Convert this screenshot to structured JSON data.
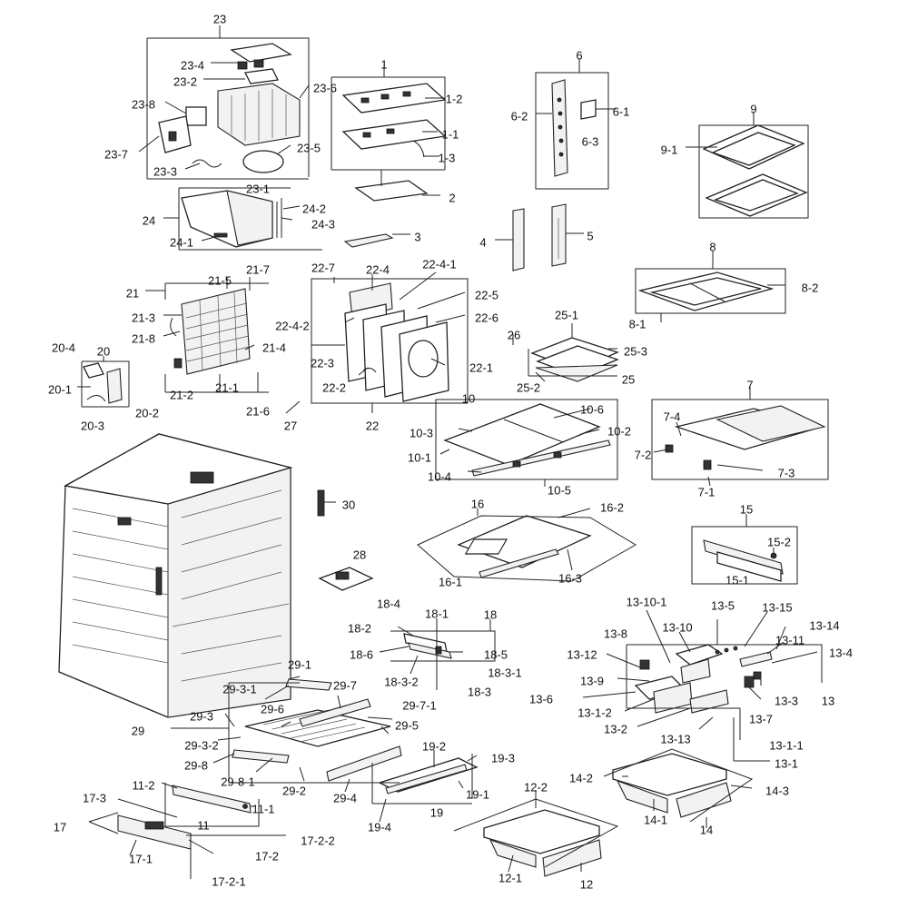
{
  "callouts": [
    "1",
    "1-1",
    "1-2",
    "1-3",
    "2",
    "3",
    "4",
    "5",
    "6",
    "6-1",
    "6-2",
    "6-3",
    "7",
    "7-1",
    "7-2",
    "7-3",
    "7-4",
    "8",
    "8-1",
    "8-2",
    "9",
    "9-1",
    "10",
    "10-1",
    "10-2",
    "10-3",
    "10-4",
    "10-5",
    "10-6",
    "11",
    "11-1",
    "11-2",
    "12",
    "12-1",
    "12-2",
    "13",
    "13-1",
    "13-1-1",
    "13-1-2",
    "13-2",
    "13-3",
    "13-4",
    "13-5",
    "13-6",
    "13-7",
    "13-8",
    "13-9",
    "13-10",
    "13-10-1",
    "13-11",
    "13-12",
    "13-13",
    "13-14",
    "13-15",
    "14",
    "14-1",
    "14-2",
    "14-3",
    "15",
    "15-1",
    "15-2",
    "16",
    "16-1",
    "16-2",
    "16-3",
    "17",
    "17-1",
    "17-2",
    "17-2-1",
    "17-2-2",
    "17-3",
    "18",
    "18-1",
    "18-2",
    "18-3",
    "18-3-1",
    "18-3-2",
    "18-4",
    "18-5",
    "18-6",
    "19",
    "19-1",
    "19-2",
    "19-3",
    "19-4",
    "20",
    "20-1",
    "20-2",
    "20-3",
    "20-4",
    "21",
    "21-1",
    "21-2",
    "21-3",
    "21-4",
    "21-5",
    "21-6",
    "21-7",
    "21-8",
    "22",
    "22-1",
    "22-2",
    "22-3",
    "22-4",
    "22-4-1",
    "22-4-2",
    "22-5",
    "22-6",
    "22-7",
    "23",
    "23-1",
    "23-2",
    "23-3",
    "23-4",
    "23-5",
    "23-6",
    "23-7",
    "23-8",
    "24",
    "24-1",
    "24-2",
    "24-3",
    "25",
    "25-1",
    "25-2",
    "25-3",
    "26",
    "27",
    "28",
    "29",
    "29-1",
    "29-2",
    "29-3",
    "29-3-1",
    "29-3-2",
    "29-4",
    "29-5",
    "29-6",
    "29-7",
    "29-7-1",
    "29-8",
    "29-8-1",
    "30"
  ]
}
